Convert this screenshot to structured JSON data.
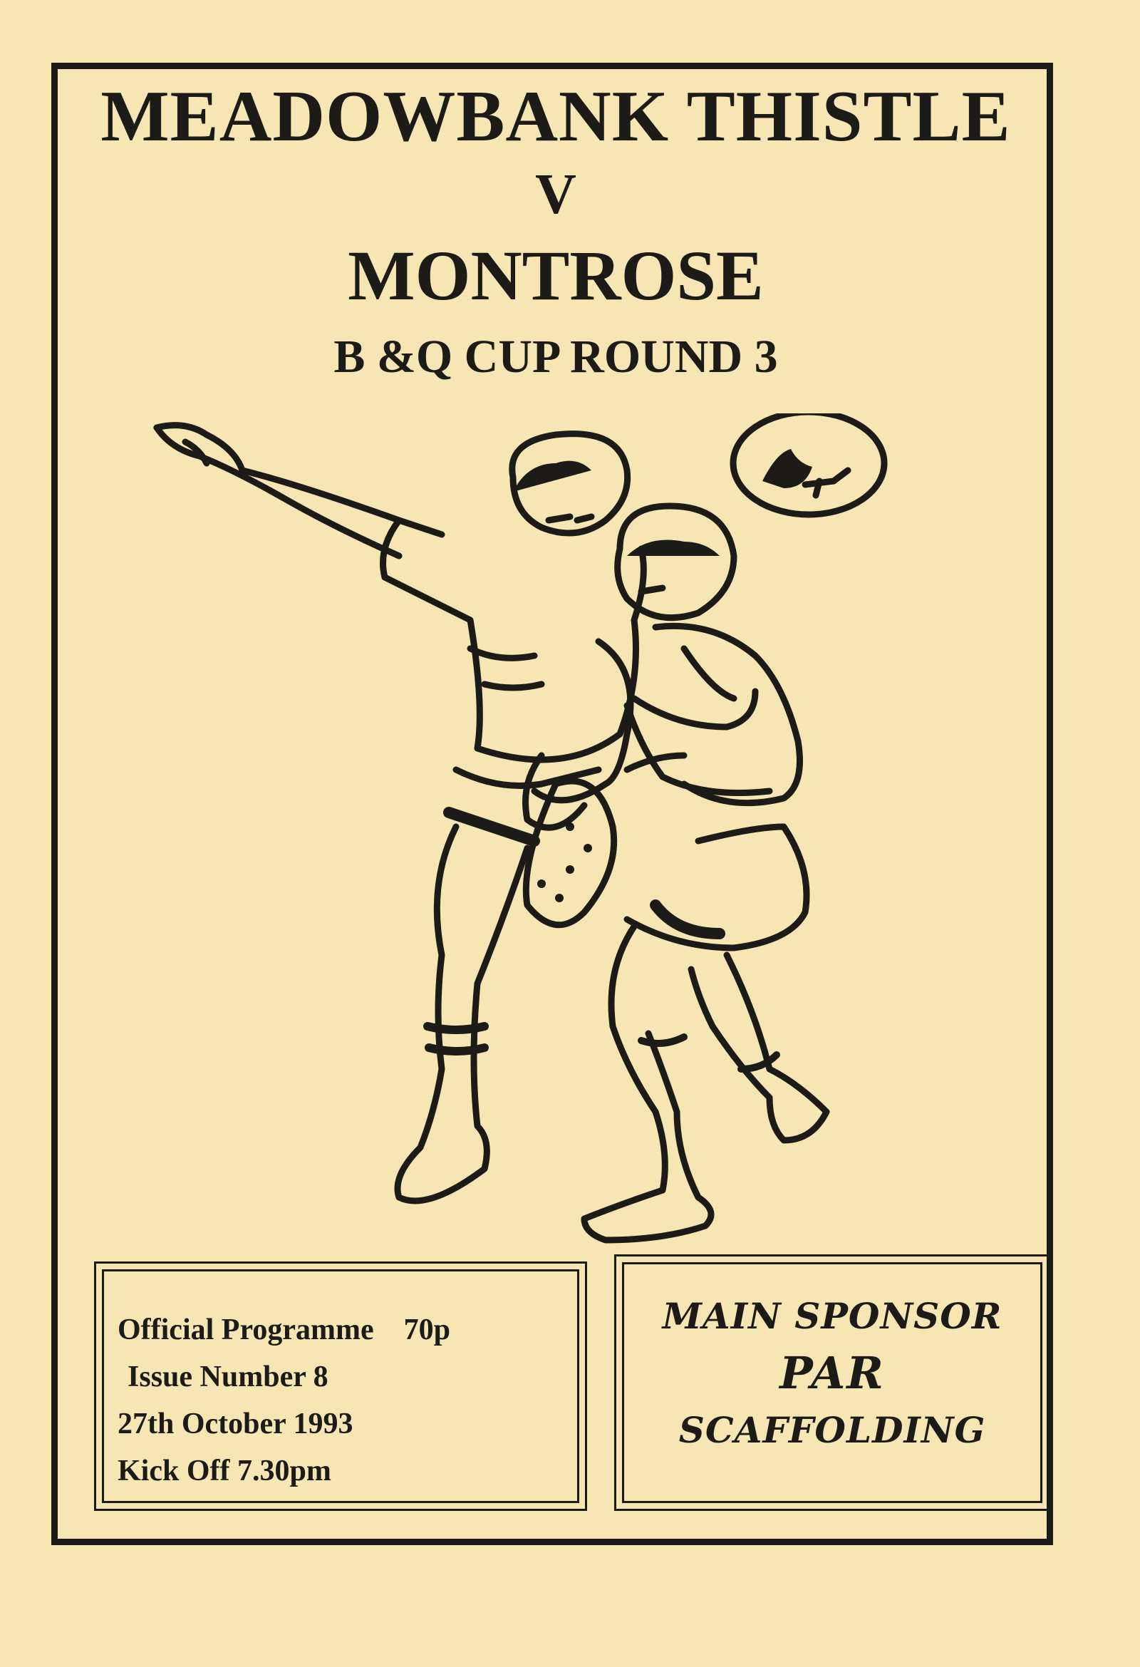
{
  "header": {
    "home_team": "MEADOWBANK THISTLE",
    "versus": "V",
    "away_team": "MONTROSE",
    "competition": "B &Q CUP ROUND 3"
  },
  "programme_info": {
    "line1_label": "Official Programme",
    "price": "70p",
    "line2": "Issue Number  8",
    "line3": "27th October 1993",
    "line4": "Kick Off  7.30pm"
  },
  "sponsor": {
    "label": "MAIN SPONSOR",
    "name": "PAR",
    "subtitle": "SCAFFOLDING"
  },
  "colors": {
    "paper": "#f6e6b4",
    "ink": "#1d1b18"
  },
  "illustration": {
    "subject": "two footballers challenging for the ball"
  }
}
